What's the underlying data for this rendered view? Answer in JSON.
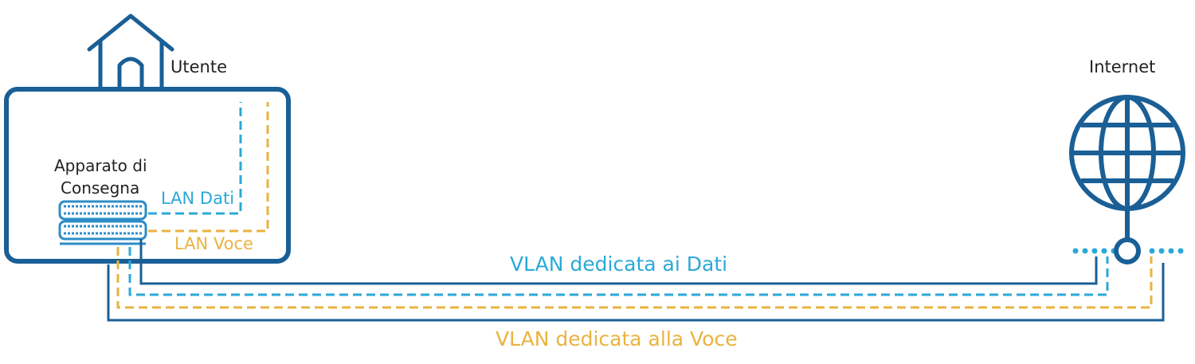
{
  "labels": {
    "user": "Utente",
    "internet": "Internet",
    "device_line1": "Apparato di",
    "device_line2": "Consegna",
    "lan_data": "LAN Dati",
    "lan_voice": "LAN Voce",
    "vlan_data": "VLAN dedicata ai Dati",
    "vlan_voice": "VLAN dedicata alla Voce"
  },
  "icons": {
    "house": "house-icon",
    "globe": "globe-icon",
    "device": "network-switch-icon"
  },
  "colors": {
    "dark_blue": "#1a5f96",
    "light_blue": "#2ba9d8",
    "orange": "#e9b33f",
    "text": "#222222"
  }
}
